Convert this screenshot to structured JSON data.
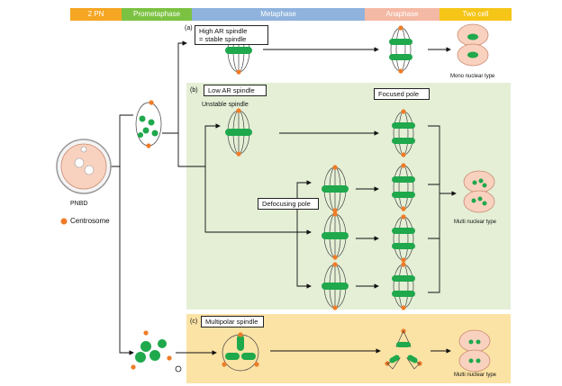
{
  "stages": [
    {
      "label": "2 PN",
      "color": "#f5a623"
    },
    {
      "label": "Prometaphase",
      "color": "#7cc242"
    },
    {
      "label": "Metaphase",
      "color": "#8fb3dd"
    },
    {
      "label": "Anaphase",
      "color": "#f4b9a4"
    },
    {
      "label": "Two cell",
      "color": "#f5c518"
    }
  ],
  "zygote": {
    "label": "PNBD"
  },
  "legend": {
    "label": "Centrosome"
  },
  "panel_a": {
    "tag": "(a)",
    "box": "High AR spindle\n= stable spindle",
    "outcome": "Mono nuclear type"
  },
  "panel_b": {
    "tag": "(b)",
    "box": "Low AR spindle",
    "subtitle": "Unstable spindle",
    "focused": "Focused pole",
    "defocusing": "Defocusing pole",
    "outcome": "Multi nuclear type"
  },
  "panel_c": {
    "tag": "(c)",
    "box": "Multipolar spindle",
    "outcome": "Multi nuclear type"
  },
  "colors": {
    "green_panel": "#e4efd6",
    "yellow_panel": "#fbe3a5",
    "chromosome": "#1fa84c",
    "centrosome": "#f07c28",
    "cell": "#f9d2bf"
  }
}
